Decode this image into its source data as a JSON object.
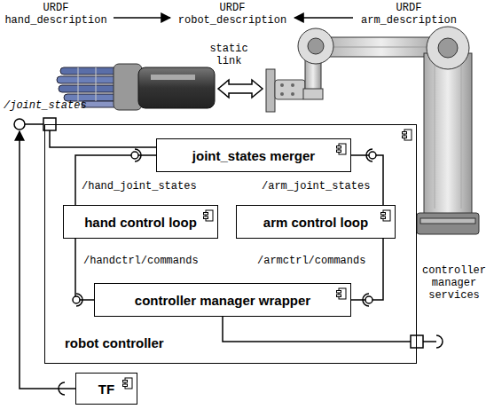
{
  "diagram": {
    "nodes": [
      {
        "text": [
          "robot controller"
        ]
      },
      {
        "text": [
          "joint_states merger"
        ],
        "in": 0
      },
      {
        "text": [
          "hand control loop"
        ],
        "in": 0
      },
      {
        "text": [
          "arm control loop"
        ],
        "in": 0
      },
      {
        "text": [
          "controller manager wrapper"
        ],
        "in": 0
      },
      {
        "text": [
          "TF"
        ]
      }
    ],
    "edges": [
      {
        "from": 2,
        "to": 1,
        "arrow": "none"
      },
      {
        "from": 3,
        "to": 1,
        "arrow": "none"
      },
      {
        "from": 2,
        "to": 4,
        "arrow": "none"
      },
      {
        "from": 3,
        "to": 4,
        "arrow": "none"
      },
      {
        "from": 1,
        "to": 0,
        "arrow": "none"
      },
      {
        "from": 4,
        "to": 0,
        "arrow": "none"
      },
      {
        "from": 5,
        "to": 0,
        "arrow": "to"
      }
    ],
    "labels": [
      "URDF hand_description",
      "URDF robot_description",
      "URDF arm_description",
      "static link",
      "/joint_states",
      "/hand_joint_states",
      "/arm_joint_states",
      "/handctrl/commands",
      "/armctrl/commands",
      "controller manager services"
    ]
  }
}
